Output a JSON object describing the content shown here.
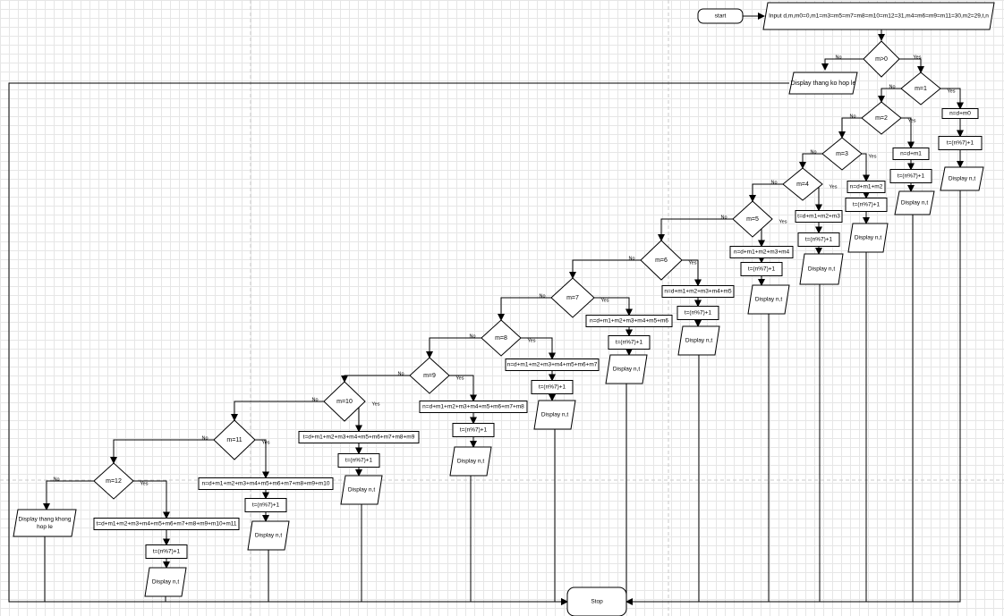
{
  "labels": {
    "yes": "Yes",
    "no": "No"
  },
  "start": "start",
  "stop": "Stop",
  "input": "Input d,m,m0=0,m1=m3=m5=m7=m8=m10=m12=31,m4=m6=m9=m11=30,m2=29,t,n",
  "invalid_top": "Display thang ko hop le",
  "invalid_bottom_1": "Display thang khong",
  "invalid_bottom_2": "hop le",
  "conditions": [
    "m>0",
    "m=1",
    "m=2",
    "m=3",
    "m=4",
    "m=5",
    "m=6",
    "m=7",
    "m=8",
    "m=9",
    "m=10",
    "m=11",
    "m=12"
  ],
  "sums": [
    "n=d+m0",
    "n=d+m1",
    "n=d+m1+m2",
    "t=d+m1+m2+m3",
    "n=d+m1+m2+m3+m4",
    "n=d+m1+m2+m3+m4+m5",
    "n=d+m1+m2+m3+m4+m5+m6",
    "n=d+m1+m2+m3+m4+m5+m6+m7",
    "n=d+m1+m2+m3+m4+m5+m6+m7+m8",
    "t=d+m1+m2+m3+m4+m5+m6+m7+m8+m9",
    "n=d+m1+m2+m3+m4+m5+m6+m7+m8+m9+m10",
    "t=d+m1+m2+m3+m4+m5+m6+m7+m8+m9+m10+m11"
  ],
  "weekday": "t=(n%7)+1",
  "display": "Display n,t"
}
